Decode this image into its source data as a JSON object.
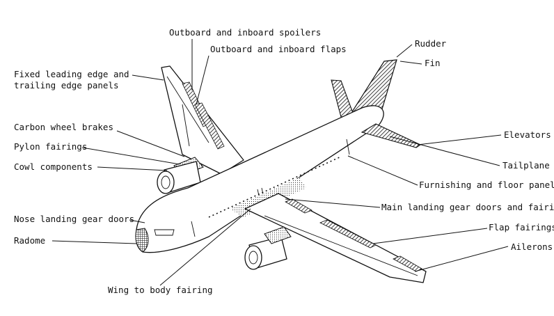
{
  "labels": {
    "spoilers": "Outboard and inboard spoilers",
    "flaps": "Outboard and inboard flaps",
    "fixed_le_te_line1": "Fixed leading edge and",
    "fixed_le_te_line2": "trailing edge panels",
    "carbon_brakes": "Carbon wheel brakes",
    "pylon_fairings": "Pylon fairings",
    "cowl_components": "Cowl components",
    "nose_gear_doors": "Nose landing gear doors",
    "radome": "Radome",
    "wing_body_fairing": "Wing to body fairing",
    "rudder": "Rudder",
    "fin": "Fin",
    "elevators": "Elevators",
    "tailplane": "Tailplane",
    "furnishing": "Furnishing and floor panels",
    "main_gear_doors": "Main landing gear doors and fairings",
    "flap_fairings": "Flap fairings",
    "ailerons": "Ailerons"
  },
  "colors": {
    "ink": "#111111",
    "background": "#ffffff"
  }
}
